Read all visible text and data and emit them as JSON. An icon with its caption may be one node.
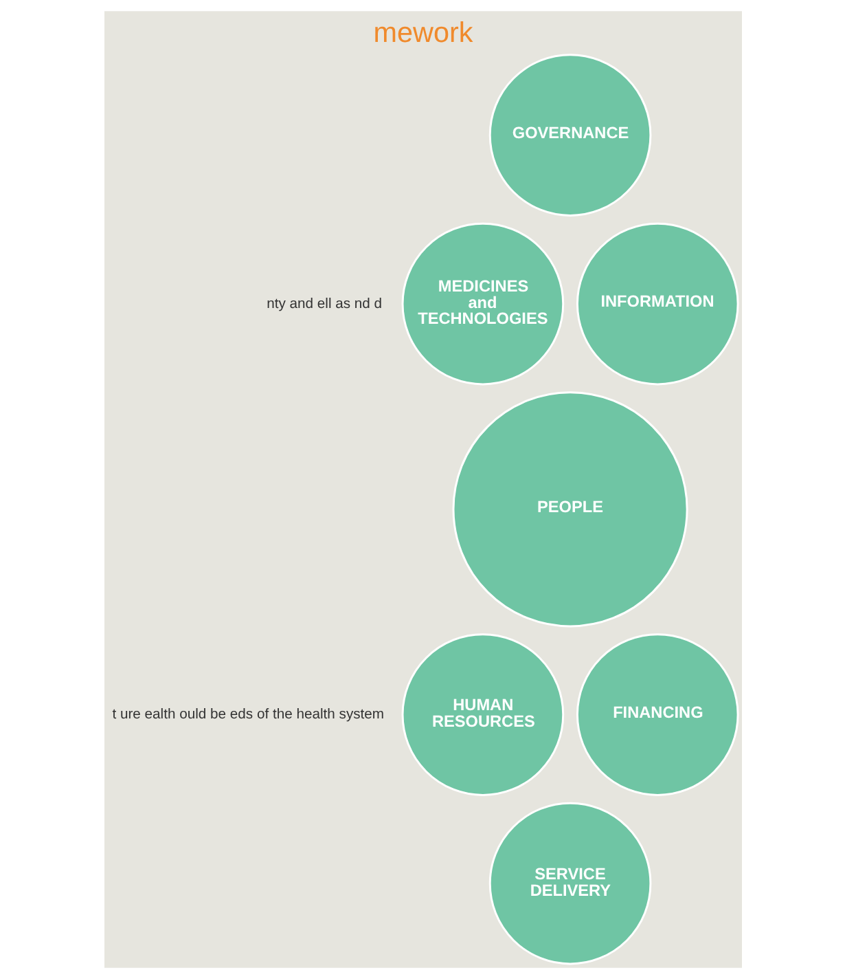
{
  "diagram": {
    "title": "mework",
    "nodes": [
      {
        "text": [
          "GOVERNANCE"
        ]
      },
      {
        "text": [
          "MEDICINES and TECHNOLOGIES"
        ]
      },
      {
        "text": [
          "INFORMATION"
        ]
      },
      {
        "text": [
          "PEOPLE"
        ]
      },
      {
        "text": [
          "HUMAN RESOURCES"
        ]
      },
      {
        "text": [
          "FINANCING"
        ]
      },
      {
        "text": [
          "SERVICE DELIVERY"
        ]
      }
    ],
    "edges": [],
    "labels": [
      "nty and ell as nd d",
      "t ure ealth ould be eds of the health system"
    ]
  }
}
